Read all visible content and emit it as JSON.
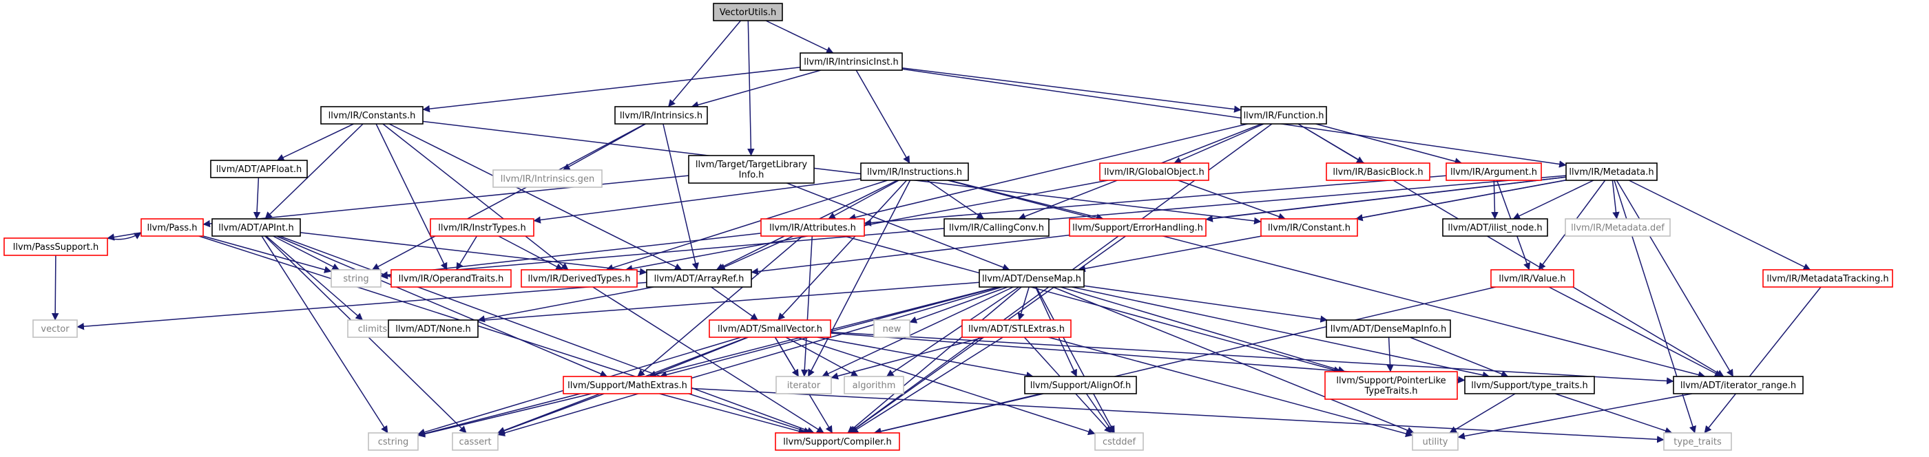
{
  "graph": {
    "root": "VectorUtils.h",
    "colors": {
      "root_fill": "#bfbfbf",
      "root_border": "#000000",
      "documented_border": "#000000",
      "undocumented_border": "#ff0000",
      "system_border": "#bfbfbf",
      "system_text": "#808080",
      "edge": "#191970",
      "text": "#000000"
    },
    "nodes": [
      {
        "id": "vectorutils",
        "lines": [
          "VectorUtils.h"
        ],
        "kind": "root"
      },
      {
        "id": "intrinsicinst",
        "lines": [
          "llvm/IR/IntrinsicInst.h"
        ],
        "kind": "documented"
      },
      {
        "id": "constants",
        "lines": [
          "llvm/IR/Constants.h"
        ],
        "kind": "documented"
      },
      {
        "id": "intrinsics",
        "lines": [
          "llvm/IR/Intrinsics.h"
        ],
        "kind": "documented"
      },
      {
        "id": "function",
        "lines": [
          "llvm/IR/Function.h"
        ],
        "kind": "documented"
      },
      {
        "id": "apfloat",
        "lines": [
          "llvm/ADT/APFloat.h"
        ],
        "kind": "documented"
      },
      {
        "id": "intrinsicsgen",
        "lines": [
          "llvm/IR/Intrinsics.gen"
        ],
        "kind": "system"
      },
      {
        "id": "targetlib",
        "lines": [
          "llvm/Target/TargetLibrary",
          "Info.h"
        ],
        "kind": "documented"
      },
      {
        "id": "instructions",
        "lines": [
          "llvm/IR/Instructions.h"
        ],
        "kind": "documented"
      },
      {
        "id": "globalobject",
        "lines": [
          "llvm/IR/GlobalObject.h"
        ],
        "kind": "undocumented"
      },
      {
        "id": "basicblock",
        "lines": [
          "llvm/IR/BasicBlock.h"
        ],
        "kind": "undocumented"
      },
      {
        "id": "argument",
        "lines": [
          "llvm/IR/Argument.h"
        ],
        "kind": "undocumented"
      },
      {
        "id": "metadata",
        "lines": [
          "llvm/IR/Metadata.h"
        ],
        "kind": "documented"
      },
      {
        "id": "pass",
        "lines": [
          "llvm/Pass.h"
        ],
        "kind": "undocumented"
      },
      {
        "id": "apint",
        "lines": [
          "llvm/ADT/APInt.h"
        ],
        "kind": "documented"
      },
      {
        "id": "instrtypes",
        "lines": [
          "llvm/IR/InstrTypes.h"
        ],
        "kind": "undocumented"
      },
      {
        "id": "attributes",
        "lines": [
          "llvm/IR/Attributes.h"
        ],
        "kind": "undocumented"
      },
      {
        "id": "callingconv",
        "lines": [
          "llvm/IR/CallingConv.h"
        ],
        "kind": "documented"
      },
      {
        "id": "errorhandling",
        "lines": [
          "llvm/Support/ErrorHandling.h"
        ],
        "kind": "undocumented"
      },
      {
        "id": "irconstant",
        "lines": [
          "llvm/IR/Constant.h"
        ],
        "kind": "undocumented"
      },
      {
        "id": "ilistnode",
        "lines": [
          "llvm/ADT/ilist_node.h"
        ],
        "kind": "documented"
      },
      {
        "id": "metadatadef",
        "lines": [
          "llvm/IR/Metadata.def"
        ],
        "kind": "system"
      },
      {
        "id": "passsupport",
        "lines": [
          "llvm/PassSupport.h"
        ],
        "kind": "undocumented"
      },
      {
        "id": "string",
        "lines": [
          "string"
        ],
        "kind": "system"
      },
      {
        "id": "operandtraits",
        "lines": [
          "llvm/IR/OperandTraits.h"
        ],
        "kind": "undocumented"
      },
      {
        "id": "derivedtypes",
        "lines": [
          "llvm/IR/DerivedTypes.h"
        ],
        "kind": "undocumented"
      },
      {
        "id": "arrayref",
        "lines": [
          "llvm/ADT/ArrayRef.h"
        ],
        "kind": "documented"
      },
      {
        "id": "densemap",
        "lines": [
          "llvm/ADT/DenseMap.h"
        ],
        "kind": "documented"
      },
      {
        "id": "irvalue",
        "lines": [
          "llvm/IR/Value.h"
        ],
        "kind": "undocumented"
      },
      {
        "id": "metadatatracking",
        "lines": [
          "llvm/IR/MetadataTracking.h"
        ],
        "kind": "undocumented"
      },
      {
        "id": "vector",
        "lines": [
          "vector"
        ],
        "kind": "system"
      },
      {
        "id": "climits",
        "lines": [
          "climits"
        ],
        "kind": "system"
      },
      {
        "id": "none",
        "lines": [
          "llvm/ADT/None.h"
        ],
        "kind": "documented"
      },
      {
        "id": "new",
        "lines": [
          "new"
        ],
        "kind": "system"
      },
      {
        "id": "stlextras",
        "lines": [
          "llvm/ADT/STLExtras.h"
        ],
        "kind": "undocumented"
      },
      {
        "id": "densemapinfo",
        "lines": [
          "llvm/ADT/DenseMapInfo.h"
        ],
        "kind": "documented"
      },
      {
        "id": "smallvector",
        "lines": [
          "llvm/ADT/SmallVector.h"
        ],
        "kind": "undocumented"
      },
      {
        "id": "iterator",
        "lines": [
          "iterator"
        ],
        "kind": "system"
      },
      {
        "id": "algorithm",
        "lines": [
          "algorithm"
        ],
        "kind": "system"
      },
      {
        "id": "alignof",
        "lines": [
          "llvm/Support/AlignOf.h"
        ],
        "kind": "documented"
      },
      {
        "id": "pointerlike",
        "lines": [
          "llvm/Support/PointerLike",
          "TypeTraits.h"
        ],
        "kind": "undocumented"
      },
      {
        "id": "typetraitsh",
        "lines": [
          "llvm/Support/type_traits.h"
        ],
        "kind": "documented"
      },
      {
        "id": "iteratorrange",
        "lines": [
          "llvm/ADT/iterator_range.h"
        ],
        "kind": "documented"
      },
      {
        "id": "mathextras",
        "lines": [
          "llvm/Support/MathExtras.h"
        ],
        "kind": "undocumented"
      },
      {
        "id": "cstring",
        "lines": [
          "cstring"
        ],
        "kind": "system"
      },
      {
        "id": "cassert",
        "lines": [
          "cassert"
        ],
        "kind": "system"
      },
      {
        "id": "compiler",
        "lines": [
          "llvm/Support/Compiler.h"
        ],
        "kind": "undocumented"
      },
      {
        "id": "cstddef",
        "lines": [
          "cstddef"
        ],
        "kind": "system"
      },
      {
        "id": "utility",
        "lines": [
          "utility"
        ],
        "kind": "system"
      },
      {
        "id": "type_traits",
        "lines": [
          "type_traits"
        ],
        "kind": "system"
      }
    ],
    "edges": [
      [
        "vectorutils",
        "intrinsicinst"
      ],
      [
        "vectorutils",
        "intrinsics"
      ],
      [
        "vectorutils",
        "targetlib"
      ],
      [
        "intrinsicinst",
        "constants"
      ],
      [
        "intrinsicinst",
        "intrinsics"
      ],
      [
        "intrinsicinst",
        "function"
      ],
      [
        "intrinsicinst",
        "instructions"
      ],
      [
        "intrinsicinst",
        "metadata"
      ],
      [
        "constants",
        "apfloat"
      ],
      [
        "constants",
        "apint"
      ],
      [
        "constants",
        "arrayref"
      ],
      [
        "constants",
        "operandtraits"
      ],
      [
        "constants",
        "derivedtypes"
      ],
      [
        "constants",
        "irconstant"
      ],
      [
        "intrinsics",
        "intrinsicsgen"
      ],
      [
        "intrinsics",
        "arrayref"
      ],
      [
        "intrinsics",
        "string"
      ],
      [
        "function",
        "globalobject"
      ],
      [
        "function",
        "basicblock"
      ],
      [
        "function",
        "argument"
      ],
      [
        "function",
        "attributes"
      ],
      [
        "function",
        "callingconv"
      ],
      [
        "function",
        "iteratorrange"
      ],
      [
        "function",
        "compiler"
      ],
      [
        "apfloat",
        "apint"
      ],
      [
        "targetlib",
        "densemap"
      ],
      [
        "targetlib",
        "pass"
      ],
      [
        "instructions",
        "instrtypes"
      ],
      [
        "instructions",
        "attributes"
      ],
      [
        "instructions",
        "callingconv"
      ],
      [
        "instructions",
        "errorhandling"
      ],
      [
        "instructions",
        "arrayref"
      ],
      [
        "instructions",
        "derivedtypes"
      ],
      [
        "instructions",
        "smallvector"
      ],
      [
        "instructions",
        "iteratorrange"
      ],
      [
        "instructions",
        "iterator"
      ],
      [
        "globalobject",
        "irconstant"
      ],
      [
        "globalobject",
        "derivedtypes"
      ],
      [
        "argument",
        "ilistnode"
      ],
      [
        "argument",
        "attributes"
      ],
      [
        "argument",
        "irvalue"
      ],
      [
        "metadata",
        "ilistnode"
      ],
      [
        "metadata",
        "metadatadef"
      ],
      [
        "metadata",
        "metadatatracking"
      ],
      [
        "metadata",
        "irvalue"
      ],
      [
        "metadata",
        "errorhandling"
      ],
      [
        "metadata",
        "irconstant"
      ],
      [
        "metadata",
        "arrayref"
      ],
      [
        "metadata",
        "densemap"
      ],
      [
        "metadata",
        "iteratorrange"
      ],
      [
        "metadata",
        "type_traits"
      ],
      [
        "metadata",
        "string"
      ],
      [
        "pass",
        "passsupport"
      ],
      [
        "pass",
        "string"
      ],
      [
        "pass",
        "compiler"
      ],
      [
        "passsupport",
        "pass"
      ],
      [
        "passsupport",
        "vector"
      ],
      [
        "apint",
        "string"
      ],
      [
        "apint",
        "arrayref"
      ],
      [
        "apint",
        "mathextras"
      ],
      [
        "apint",
        "climits"
      ],
      [
        "apint",
        "cstring"
      ],
      [
        "apint",
        "compiler"
      ],
      [
        "apint",
        "cassert"
      ],
      [
        "instrtypes",
        "operandtraits"
      ],
      [
        "instrtypes",
        "derivedtypes"
      ],
      [
        "attributes",
        "arrayref"
      ],
      [
        "attributes",
        "string"
      ],
      [
        "attributes",
        "pointerlike"
      ],
      [
        "attributes",
        "mathextras"
      ],
      [
        "attributes",
        "iterator"
      ],
      [
        "errorhandling",
        "compiler"
      ],
      [
        "derivedtypes",
        "compiler"
      ],
      [
        "arrayref",
        "none"
      ],
      [
        "arrayref",
        "smallvector"
      ],
      [
        "arrayref",
        "vector"
      ],
      [
        "densemap",
        "densemapinfo"
      ],
      [
        "densemap",
        "pointerlike"
      ],
      [
        "densemap",
        "typetraitsh"
      ],
      [
        "densemap",
        "alignof"
      ],
      [
        "densemap",
        "mathextras"
      ],
      [
        "densemap",
        "compiler"
      ],
      [
        "densemap",
        "new"
      ],
      [
        "densemap",
        "algorithm"
      ],
      [
        "densemap",
        "iterator"
      ],
      [
        "densemap",
        "climits"
      ],
      [
        "densemap",
        "cstring"
      ],
      [
        "densemap",
        "cassert"
      ],
      [
        "densemap",
        "cstddef"
      ],
      [
        "densemap",
        "utility"
      ],
      [
        "densemap",
        "stlextras"
      ],
      [
        "irvalue",
        "iteratorrange"
      ],
      [
        "irvalue",
        "compiler"
      ],
      [
        "metadatatracking",
        "type_traits"
      ],
      [
        "densemapinfo",
        "pointerlike"
      ],
      [
        "densemapinfo",
        "typetraitsh"
      ],
      [
        "stlextras",
        "iterator"
      ],
      [
        "stlextras",
        "compiler"
      ],
      [
        "stlextras",
        "cstddef"
      ],
      [
        "stlextras",
        "utility"
      ],
      [
        "smallvector",
        "alignof"
      ],
      [
        "smallvector",
        "mathextras"
      ],
      [
        "smallvector",
        "typetraitsh"
      ],
      [
        "smallvector",
        "iteratorrange"
      ],
      [
        "smallvector",
        "compiler"
      ],
      [
        "smallvector",
        "algorithm"
      ],
      [
        "smallvector",
        "iterator"
      ],
      [
        "smallvector",
        "cstring"
      ],
      [
        "smallvector",
        "cassert"
      ],
      [
        "smallvector",
        "cstddef"
      ],
      [
        "alignof",
        "compiler"
      ],
      [
        "alignof",
        "cstddef"
      ],
      [
        "typetraitsh",
        "utility"
      ],
      [
        "typetraitsh",
        "type_traits"
      ],
      [
        "iteratorrange",
        "utility"
      ],
      [
        "mathextras",
        "compiler"
      ],
      [
        "mathextras",
        "cstring"
      ],
      [
        "mathextras",
        "cassert"
      ],
      [
        "mathextras",
        "type_traits"
      ]
    ]
  }
}
